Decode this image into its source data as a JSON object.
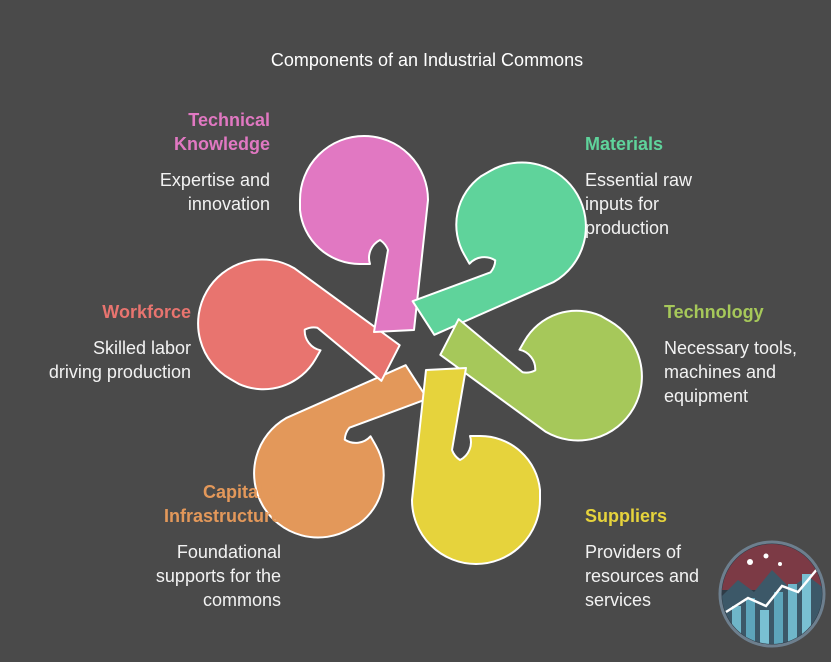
{
  "title": "Components of an Industrial Commons",
  "components": [
    {
      "id": "technical-knowledge",
      "heading": "Technical\nKnowledge",
      "description": "Expertise and\ninnovation",
      "color": "#e178c2"
    },
    {
      "id": "materials",
      "heading": "Materials",
      "description": "Essential raw\ninputs for\nproduction",
      "color": "#5fd39b"
    },
    {
      "id": "technology",
      "heading": "Technology",
      "description": "Necessary tools,\nmachines and\nequipment",
      "color": "#a6c85a"
    },
    {
      "id": "suppliers",
      "heading": "Suppliers",
      "description": "Providers of\nresources and\nservices",
      "color": "#e6d33c"
    },
    {
      "id": "capital-infrastructure",
      "heading": "Capital &\nInfrastructure",
      "description": "Foundational\nsupports for the\ncommons",
      "color": "#e3985a"
    },
    {
      "id": "workforce",
      "heading": "Workforce",
      "description": "Skilled labor\ndriving production",
      "color": "#e8746f"
    }
  ],
  "theme": {
    "background": "#4a4a4a",
    "outline": "#ffffff",
    "text": "#ffffff"
  }
}
